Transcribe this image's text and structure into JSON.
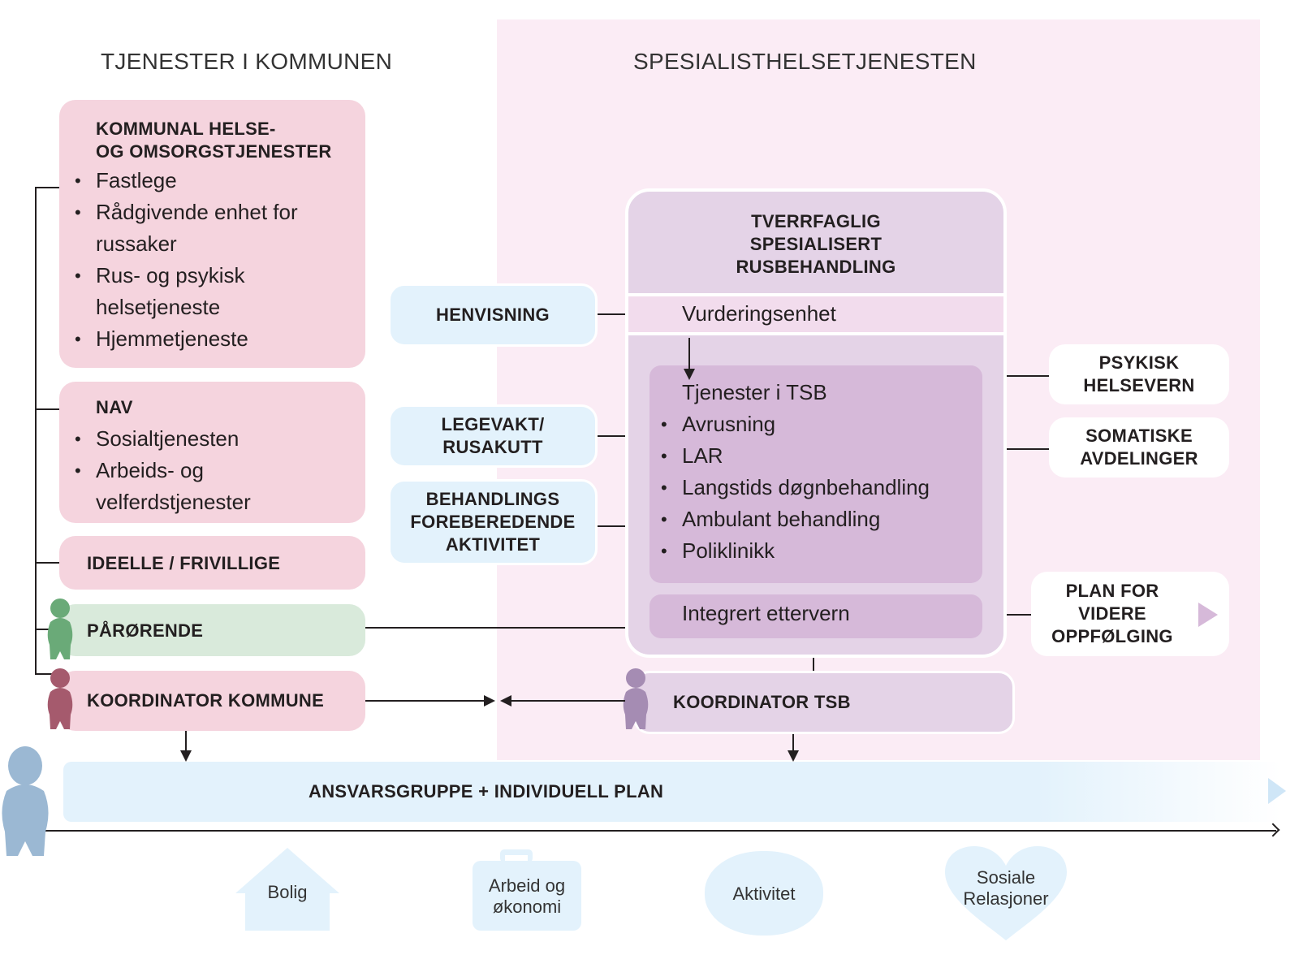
{
  "headers": {
    "left": "TJENESTER I KOMMUNEN",
    "right": "SPESIALISTHELSETJENESTEN"
  },
  "municipal": {
    "health": {
      "title_line1": "KOMMUNAL HELSE-",
      "title_line2": "OG OMSORGSTJENESTER",
      "items": [
        "Fastlege",
        "Rådgivende enhet for russaker",
        "Rus- og psykisk helsetjeneste",
        "Hjemmetjeneste"
      ]
    },
    "nav": {
      "title": "NAV",
      "items": [
        "Sosialtjenesten",
        "Arbeids- og velferdstjenester"
      ]
    },
    "ideelle": "IDEELLE / FRIVILLIGE",
    "parorende": "PÅRØRENDE",
    "koordinator": "KOORDINATOR KOMMUNE"
  },
  "entry_points": {
    "henvisning": "HENVISNING",
    "legevakt_line1": "LEGEVAKT/",
    "legevakt_line2": "RUSAKUTT",
    "behandlings_line1": "BEHANDLINGS",
    "behandlings_line2": "FOREBEREDENDE",
    "behandlings_line3": "AKTIVITET"
  },
  "tsb": {
    "title_line1": "TVERRFAGLIG",
    "title_line2": "SPESIALISERT",
    "title_line3": "RUSBEHANDLING",
    "vurdering": "Vurderingsenhet",
    "services_title": "Tjenester i TSB",
    "services": [
      "Avrusning",
      "LAR",
      "Langstids døgnbehandling",
      "Ambulant behandling",
      "Poliklinikk"
    ],
    "ettervern": "Integrert ettervern",
    "koordinator": "KOORDINATOR TSB"
  },
  "side_services": {
    "psykisk_line1": "PSYKISK",
    "psykisk_line2": "HELSEVERN",
    "somatiske_line1": "SOMATISKE",
    "somatiske_line2": "AVDELINGER",
    "plan_line1": "PLAN FOR",
    "plan_line2": "VIDERE",
    "plan_line3": "OPPFØLGING"
  },
  "bottom": {
    "band": "ANSVARSGRUPPE + INDIVIDUELL PLAN",
    "life_areas": {
      "bolig": "Bolig",
      "arbeid_line1": "Arbeid og",
      "arbeid_line2": "økonomi",
      "aktivitet": "Aktivitet",
      "sosiale_line1": "Sosiale",
      "sosiale_line2": "Relasjoner"
    }
  },
  "colors": {
    "municipal_pink": "#f5d4de",
    "relatives_green": "#d9eadb",
    "entry_blue": "#e3f2fc",
    "tsb_lavender": "#e4d3e7",
    "tsb_inner": "#d6b9d9",
    "specialist_bg": "#fbecf5",
    "person_green": "#6aaa78",
    "person_red": "#a55a6d",
    "person_purple": "#a58cb3",
    "person_blue": "#9bb8d3"
  }
}
